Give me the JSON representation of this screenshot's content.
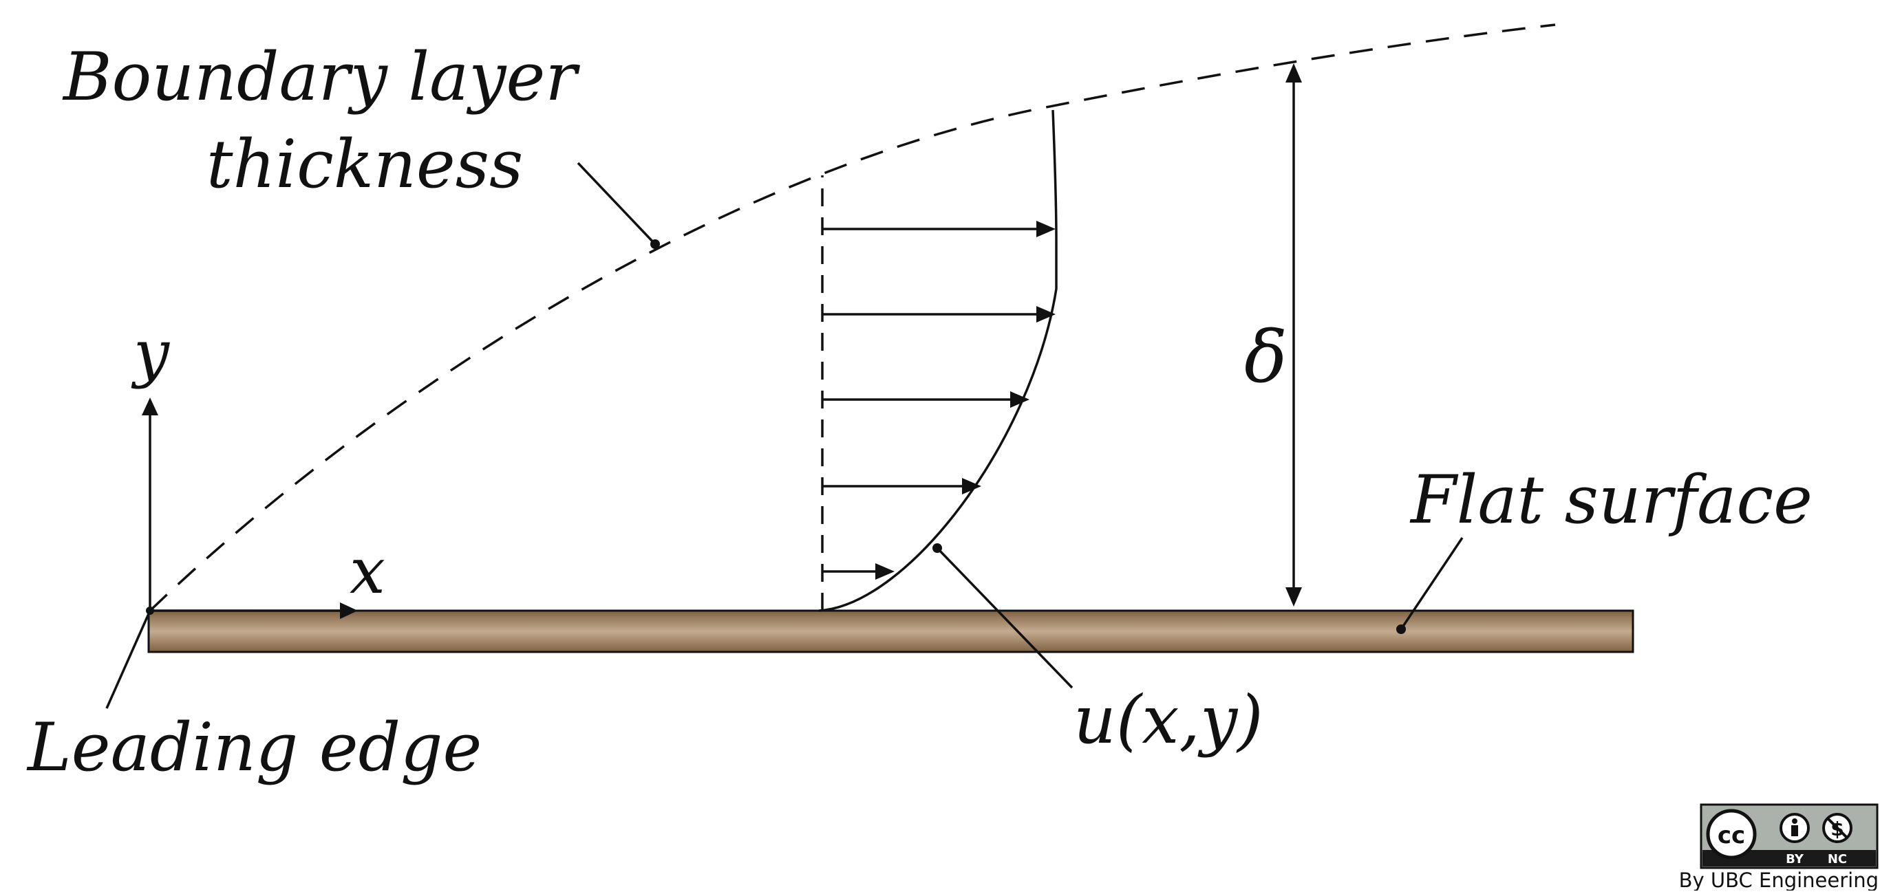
{
  "labels": {
    "boundary_layer_line1": "Boundary layer",
    "boundary_layer_line2": "thickness",
    "y_axis": "y",
    "x_axis": "x",
    "delta": "δ",
    "flat_surface": "Flat surface",
    "velocity_profile": "u(x,y)",
    "leading_edge": "Leading edge"
  },
  "license": {
    "cc": "cc",
    "by": "BY",
    "nc": "NC",
    "credit": "By UBC Engineering"
  },
  "colors": {
    "plate_top": "#c4ab8f",
    "plate_bottom": "#806244",
    "ink": "#111111",
    "badge_bar": "#1a1a1a",
    "badge_bg": "#aab2ab"
  }
}
